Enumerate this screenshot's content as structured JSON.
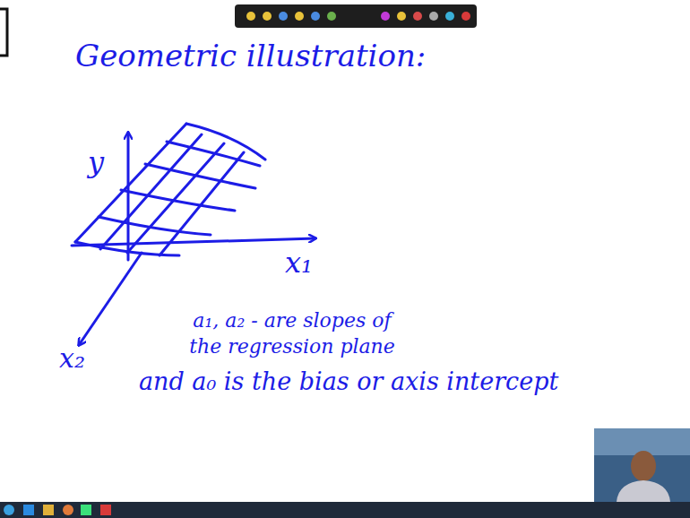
{
  "diagram": {
    "title": "Geometric illustration:",
    "labels": [
      "y",
      "x₁",
      "x₂",
      "a₁, a₂ - are slopes of the regression plane",
      "and a₀ is the bias or axis intercept"
    ]
  }
}
